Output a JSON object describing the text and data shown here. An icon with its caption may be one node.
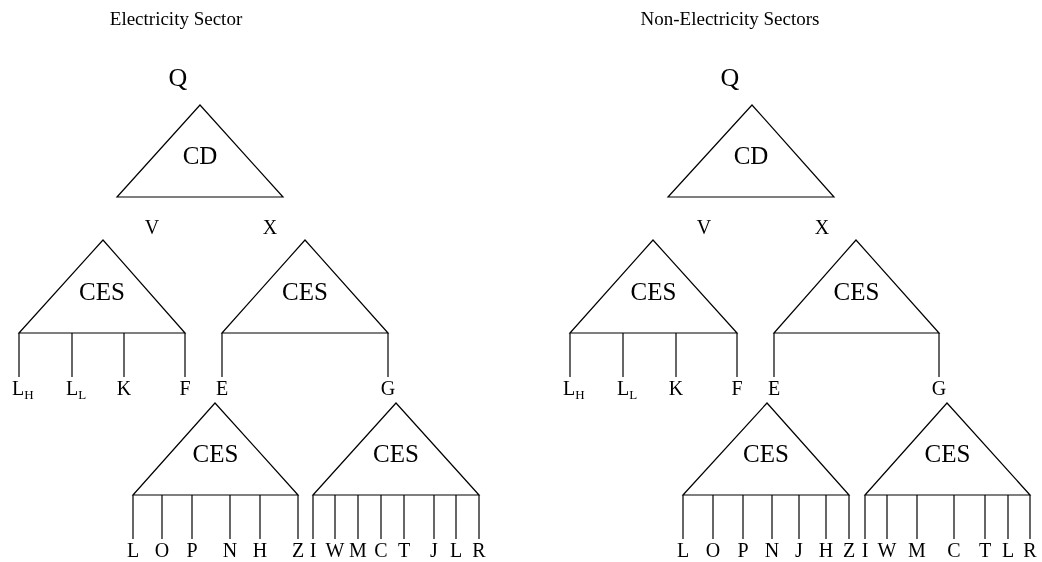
{
  "diagram": {
    "nodes": [
      {
        "text": [
          "Q"
        ]
      },
      {
        "text": [
          "CD"
        ]
      },
      {
        "text": [
          "V"
        ]
      },
      {
        "text": [
          "X"
        ]
      },
      {
        "text": [
          "CES"
        ]
      },
      {
        "text": [
          "L$_{H}$"
        ]
      },
      {
        "text": [
          "L$_{L}$"
        ]
      },
      {
        "text": [
          "K"
        ]
      },
      {
        "text": [
          "F"
        ]
      },
      {
        "text": [
          "CES"
        ]
      },
      {
        "text": [
          "E"
        ]
      },
      {
        "text": [
          "G"
        ]
      },
      {
        "text": [
          "CES"
        ]
      },
      {
        "text": [
          "L"
        ]
      },
      {
        "text": [
          "O"
        ]
      },
      {
        "text": [
          "P"
        ]
      },
      {
        "text": [
          "N"
        ]
      },
      {
        "text": [
          "H"
        ]
      },
      {
        "text": [
          "Z"
        ]
      },
      {
        "text": [
          "CES"
        ]
      },
      {
        "text": [
          "I"
        ]
      },
      {
        "text": [
          "W"
        ]
      },
      {
        "text": [
          "M"
        ]
      },
      {
        "text": [
          "C"
        ]
      },
      {
        "text": [
          "T"
        ]
      },
      {
        "text": [
          "J"
        ]
      },
      {
        "text": [
          "L"
        ]
      },
      {
        "text": [
          "R"
        ]
      },
      {
        "text": [
          "Q"
        ]
      },
      {
        "text": [
          "CD"
        ]
      },
      {
        "text": [
          "V"
        ]
      },
      {
        "text": [
          "X"
        ]
      },
      {
        "text": [
          "CES"
        ]
      },
      {
        "text": [
          "L$_{H}$"
        ]
      },
      {
        "text": [
          "L$_{L}$"
        ]
      },
      {
        "text": [
          "K"
        ]
      },
      {
        "text": [
          "F"
        ]
      },
      {
        "text": [
          "CES"
        ]
      },
      {
        "text": [
          "E"
        ]
      },
      {
        "text": [
          "G"
        ]
      },
      {
        "text": [
          "CES"
        ]
      },
      {
        "text": [
          "L"
        ]
      },
      {
        "text": [
          "O"
        ]
      },
      {
        "text": [
          "P"
        ]
      },
      {
        "text": [
          "N"
        ]
      },
      {
        "text": [
          "J"
        ]
      },
      {
        "text": [
          "H"
        ]
      },
      {
        "text": [
          "Z"
        ]
      },
      {
        "text": [
          "CES"
        ]
      },
      {
        "text": [
          "I"
        ]
      },
      {
        "text": [
          "W"
        ]
      },
      {
        "text": [
          "M"
        ]
      },
      {
        "text": [
          "C"
        ]
      },
      {
        "text": [
          "T"
        ]
      },
      {
        "text": [
          "L"
        ]
      },
      {
        "text": [
          "R"
        ]
      }
    ],
    "edges": [
      {
        "from": 4,
        "to": 5,
        "arrow": "none"
      },
      {
        "from": 4,
        "to": 6,
        "arrow": "none"
      },
      {
        "from": 4,
        "to": 7,
        "arrow": "none"
      },
      {
        "from": 4,
        "to": 8,
        "arrow": "none"
      },
      {
        "from": 9,
        "to": 10,
        "arrow": "none"
      },
      {
        "from": 9,
        "to": 11,
        "arrow": "none"
      },
      {
        "from": 12,
        "to": 13,
        "arrow": "none"
      },
      {
        "from": 12,
        "to": 14,
        "arrow": "none"
      },
      {
        "from": 12,
        "to": 15,
        "arrow": "none"
      },
      {
        "from": 12,
        "to": 16,
        "arrow": "none"
      },
      {
        "from": 12,
        "to": 17,
        "arrow": "none"
      },
      {
        "from": 12,
        "to": 18,
        "arrow": "none"
      },
      {
        "from": 19,
        "to": 20,
        "arrow": "none"
      },
      {
        "from": 19,
        "to": 21,
        "arrow": "none"
      },
      {
        "from": 19,
        "to": 22,
        "arrow": "none"
      },
      {
        "from": 19,
        "to": 23,
        "arrow": "none"
      },
      {
        "from": 19,
        "to": 24,
        "arrow": "none"
      },
      {
        "from": 19,
        "to": 25,
        "arrow": "none"
      },
      {
        "from": 19,
        "to": 26,
        "arrow": "none"
      },
      {
        "from": 19,
        "to": 27,
        "arrow": "none"
      },
      {
        "from": 32,
        "to": 33,
        "arrow": "none"
      },
      {
        "from": 32,
        "to": 34,
        "arrow": "none"
      },
      {
        "from": 32,
        "to": 35,
        "arrow": "none"
      },
      {
        "from": 32,
        "to": 36,
        "arrow": "none"
      },
      {
        "from": 37,
        "to": 38,
        "arrow": "none"
      },
      {
        "from": 37,
        "to": 39,
        "arrow": "none"
      },
      {
        "from": 40,
        "to": 41,
        "arrow": "none"
      },
      {
        "from": 40,
        "to": 42,
        "arrow": "none"
      },
      {
        "from": 40,
        "to": 43,
        "arrow": "none"
      },
      {
        "from": 40,
        "to": 44,
        "arrow": "none"
      },
      {
        "from": 40,
        "to": 45,
        "arrow": "none"
      },
      {
        "from": 40,
        "to": 46,
        "arrow": "none"
      },
      {
        "from": 40,
        "to": 47,
        "arrow": "none"
      },
      {
        "from": 48,
        "to": 49,
        "arrow": "none"
      },
      {
        "from": 48,
        "to": 50,
        "arrow": "none"
      },
      {
        "from": 48,
        "to": 51,
        "arrow": "none"
      },
      {
        "from": 48,
        "to": 52,
        "arrow": "none"
      },
      {
        "from": 48,
        "to": 53,
        "arrow": "none"
      },
      {
        "from": 48,
        "to": 54,
        "arrow": "none"
      },
      {
        "from": 48,
        "to": 55,
        "arrow": "none"
      }
    ],
    "labels": [
      "Electricity Sector",
      "Non-Electricity Sectors"
    ]
  }
}
